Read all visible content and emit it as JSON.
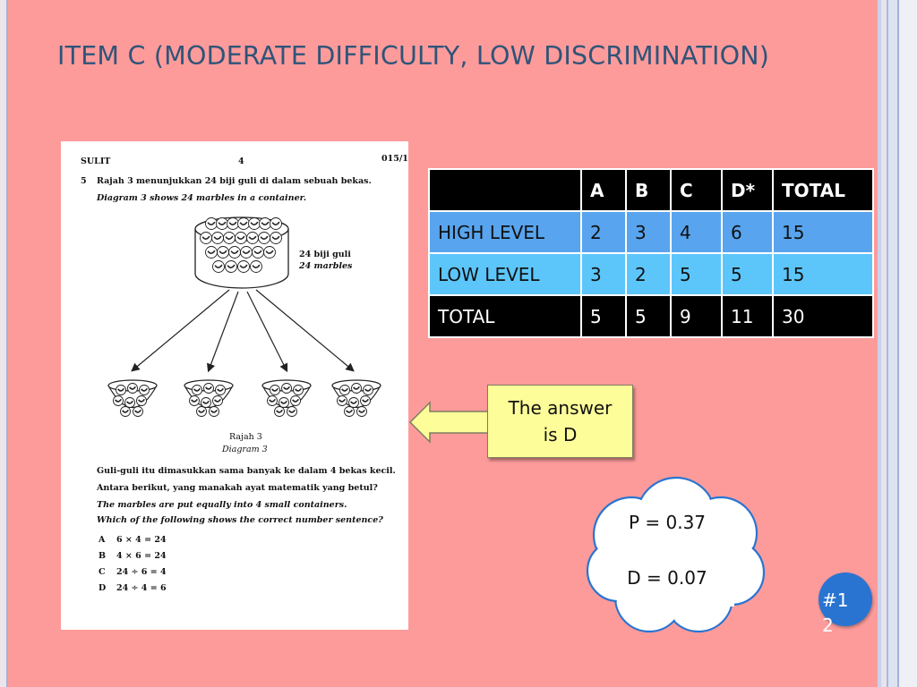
{
  "slide": {
    "title": "ITEM C (MODERATE DIFFICULTY, LOW DISCRIMINATION)",
    "slide_number": "#12",
    "colors": {
      "background": "#fd9b9b",
      "title": "#2f5478",
      "badge": "#2a74d1"
    }
  },
  "exam": {
    "header_left": "SULIT",
    "header_center": "4",
    "header_right": "015/1",
    "question_number": "5",
    "stem_malay": "Rajah 3 menunjukkan 24 biji guli di dalam sebuah bekas.",
    "stem_english": "Diagram 3 shows 24 marbles in a container.",
    "label_malay": "24 biji guli",
    "label_english": "24 marbles",
    "caption_malay": "Rajah 3",
    "caption_english": "Diagram 3",
    "body_malay_1": "Guli-guli itu dimasukkan sama banyak ke dalam 4 bekas kecil.",
    "body_malay_2": "Antara berikut, yang manakah ayat matematik yang betul?",
    "body_english_1": "The marbles are put equally into 4 small containers.",
    "body_english_2": "Which of the following shows the correct number sentence?",
    "options": [
      {
        "letter": "A",
        "text": "6 × 4 = 24"
      },
      {
        "letter": "B",
        "text": "4 × 6 = 24"
      },
      {
        "letter": "C",
        "text": "24 ÷ 6 = 4"
      },
      {
        "letter": "D",
        "text": "24 ÷ 4 = 6"
      }
    ]
  },
  "table": {
    "columns": [
      "",
      "A",
      "B",
      "C",
      "D*",
      "TOTAL"
    ],
    "rows": [
      {
        "label": "HIGH LEVEL",
        "values": [
          "2",
          "3",
          "4",
          "6",
          "15"
        ]
      },
      {
        "label": "LOW LEVEL",
        "values": [
          "3",
          "2",
          "5",
          "5",
          "15"
        ]
      },
      {
        "label": "TOTAL",
        "values": [
          "5",
          "5",
          "9",
          "11",
          "30"
        ]
      }
    ]
  },
  "callout": {
    "line1": "The answer",
    "line2": "is D"
  },
  "cloud": {
    "p_text": "P = 0.37",
    "d_text": "D = 0.07"
  }
}
